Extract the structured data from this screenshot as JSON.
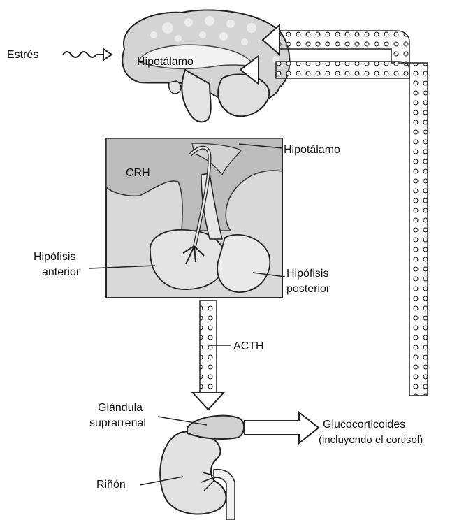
{
  "labels": {
    "stress": "Estrés",
    "hypothalamus_brain": "Hipotálamo",
    "hypothalamus_box": "Hipotálamo",
    "crh": "CRH",
    "anterior_line1": "Hipófisis",
    "anterior_line2": "anterior",
    "posterior_line1": "Hipófisis",
    "posterior_line2": "posterior",
    "acth": "ACTH",
    "adrenal_line1": "Glándula",
    "adrenal_line2": "suprarrenal",
    "glucocorticoids_line1": "Glucocorticoides",
    "glucocorticoids_line2": "(incluyendo el cortisol)",
    "kidney": "Riñón"
  },
  "colors": {
    "line": "#222222",
    "tissue_light": "#e6e6e6",
    "tissue_mid": "#cfcfcf",
    "tissue_dark": "#bdbdbd",
    "background": "#ffffff"
  }
}
